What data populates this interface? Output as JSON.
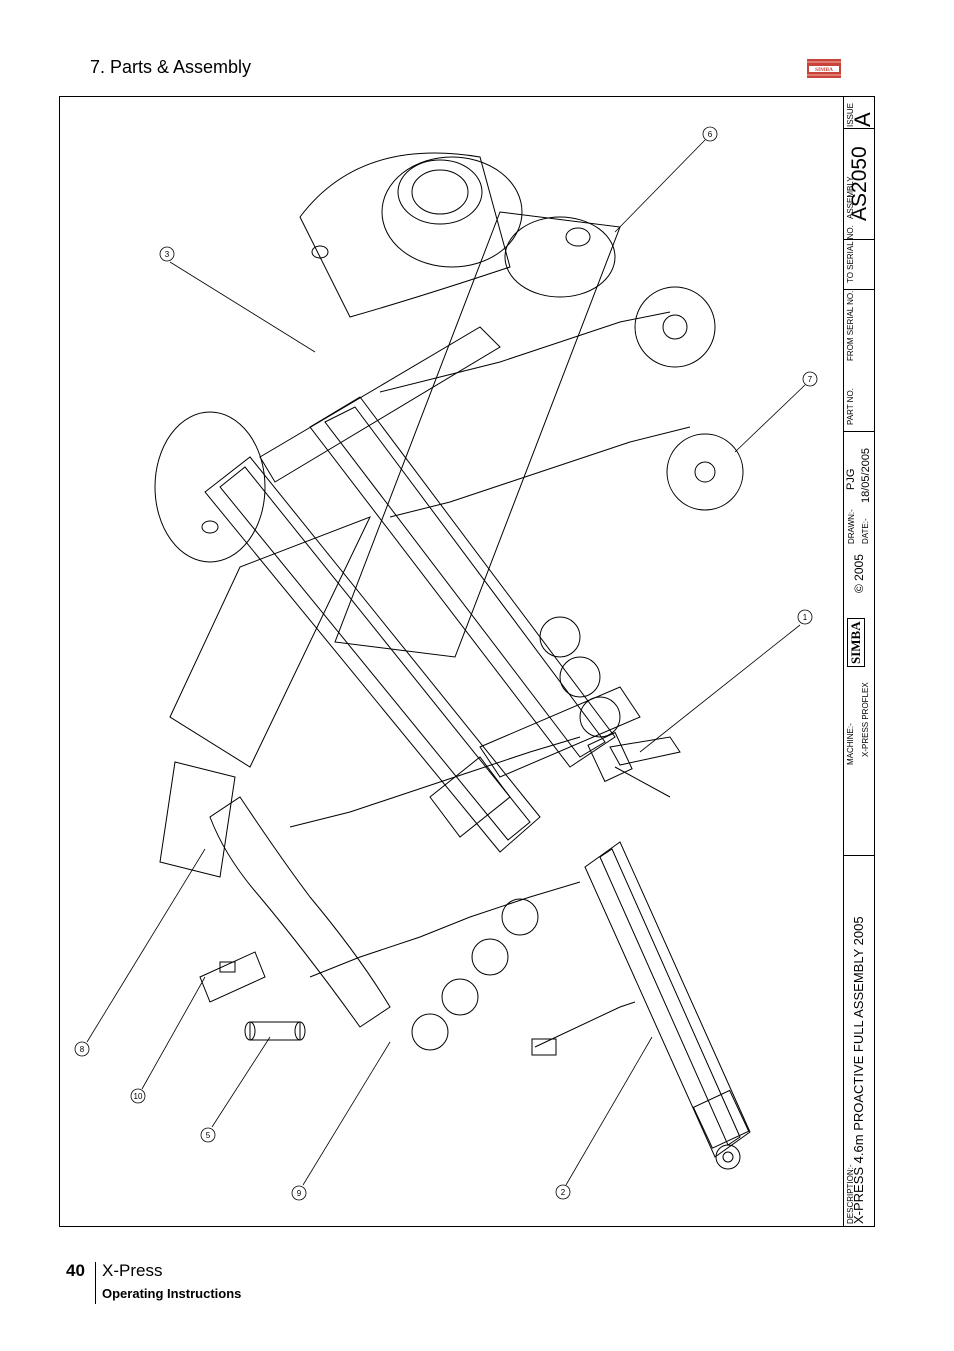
{
  "header": {
    "section_title": "7. Parts & Assembly",
    "logo_text": "SIMBA"
  },
  "title_block": {
    "description_label": "DESCRIPTION:-",
    "description": "X-PRESS 4.6m PROACTIVE FULL ASSEMBLY 2005",
    "machine_label": "MACHINE:-",
    "machine": "X-PRESS PROFLEX",
    "brand": "SIMBA",
    "copyright": "© 2005",
    "drawn_label": "DRAWN:-",
    "drawn": "PJG",
    "date_label": "DATE:-",
    "date": "18/05/2005",
    "part_no_label": "PART NO.",
    "from_serial_label": "FROM SERIAL NO.",
    "to_serial_label": "TO SERIAL NO.",
    "assembly_label": "ASSEMBLY",
    "assembly": "AS2050",
    "issue_label": "ISSUE",
    "issue": "A"
  },
  "callouts": [
    "1",
    "2",
    "3",
    "5",
    "6",
    "7",
    "8",
    "9",
    "10"
  ],
  "footer": {
    "page_number": "40",
    "product": "X-Press",
    "document": "Operating Instructions"
  }
}
